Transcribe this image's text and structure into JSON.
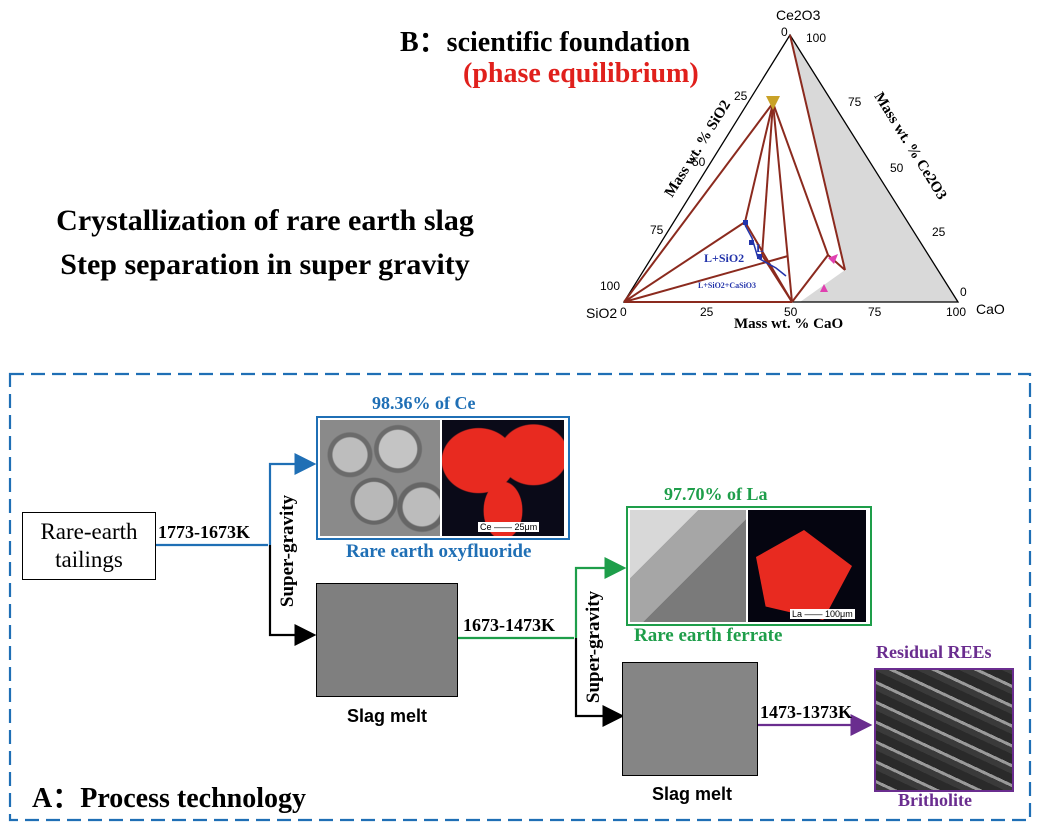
{
  "section_b": {
    "title": "B：scientific foundation",
    "subtitle": "(phase equilibrium)"
  },
  "headline": {
    "line1": "Crystallization of rare earth slag",
    "line2": "Step separation in super gravity"
  },
  "ternary": {
    "top_vertex": "Ce2O3",
    "left_vertex": "SiO2",
    "right_vertex": "CaO",
    "left_axis_label": "Mass wt. % SiO2",
    "right_axis_label": "Mass wt. % Ce2O3",
    "bottom_axis_label": "Mass wt. % CaO",
    "left_ticks": [
      "0",
      "25",
      "50",
      "75",
      "100"
    ],
    "right_ticks": [
      "100",
      "75",
      "50",
      "25",
      "0"
    ],
    "bottom_ticks": [
      "0",
      "25",
      "50",
      "75",
      "100"
    ],
    "region_labels": [
      "L",
      "L+SiO2",
      "L+SiO2+CaSiO3"
    ]
  },
  "process": {
    "input_line1": "Rare-earth",
    "input_line2": "tailings",
    "stage1_temp": "1773-1673K",
    "stage2_temp": "1673-1473K",
    "stage3_temp": "1473-1373K",
    "super_gravity": "Super-gravity",
    "product1_pct": "98.36% of Ce",
    "product1_name": "Rare earth oxyfluoride",
    "product1_scale": "Ce —— 25μm",
    "product2_pct": "97.70% of La",
    "product2_name": "Rare earth ferrate",
    "product2_scale": "La —— 100μm",
    "residual_title": "Residual REEs",
    "product3_name": "Britholite",
    "slag_melt_1": "Slag melt",
    "slag_melt_2": "Slag melt"
  },
  "section_a": {
    "title": "A：Process technology"
  },
  "colors": {
    "blue": "#1f6fb5",
    "green": "#1e9e4a",
    "purple": "#6a2d8f",
    "red": "#e0201c",
    "dashed_border": "#1f6fb5"
  }
}
